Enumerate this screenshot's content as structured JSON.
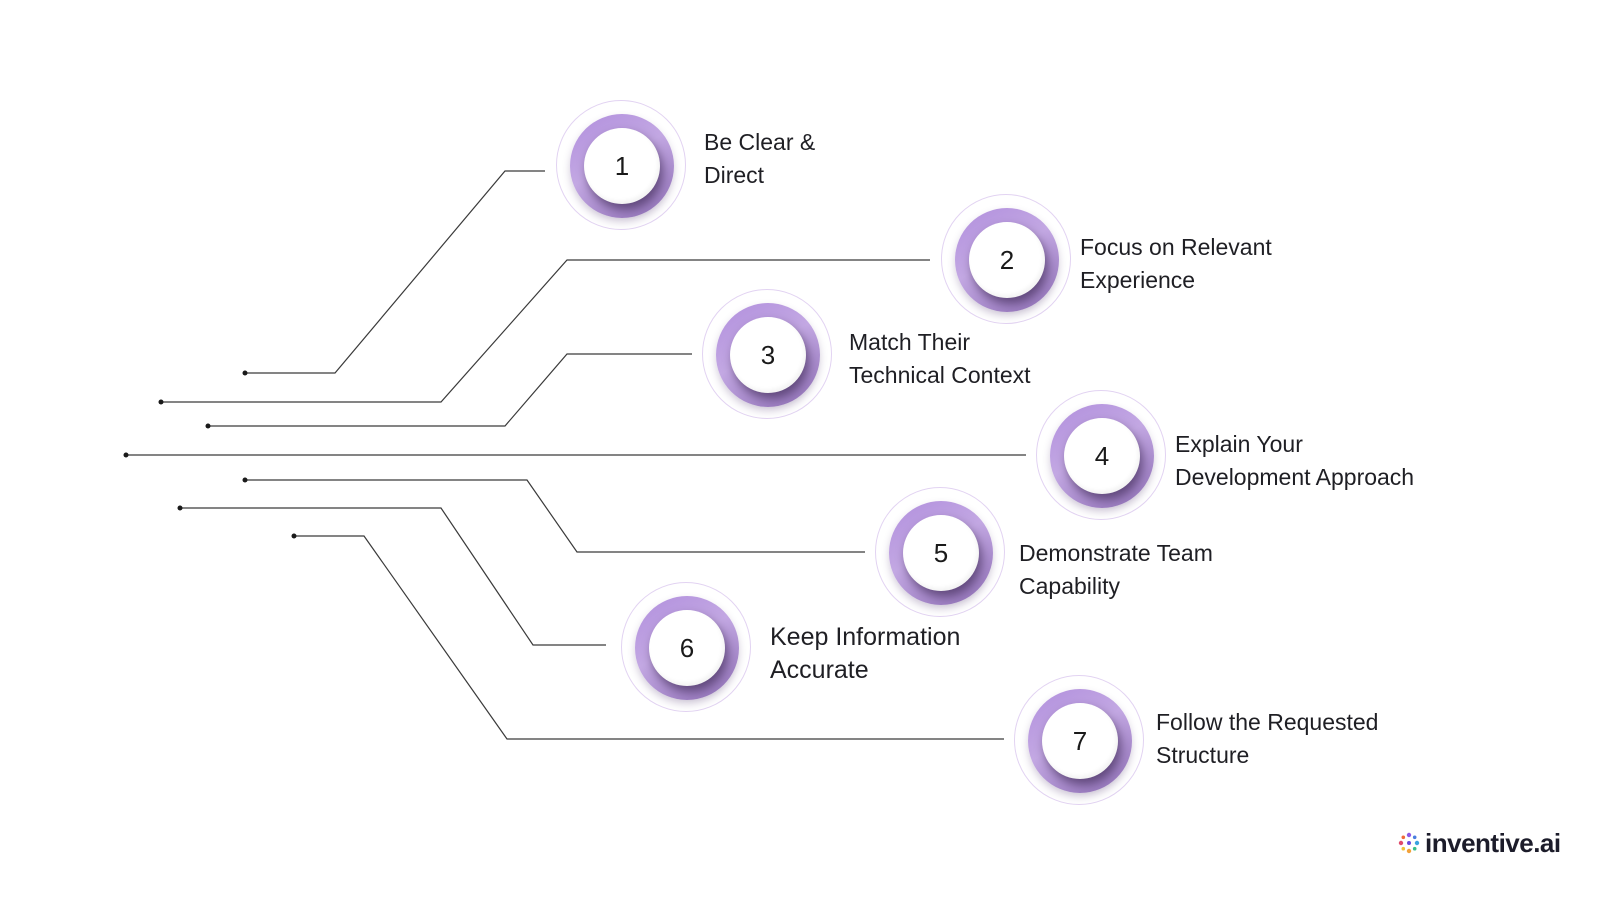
{
  "steps": [
    {
      "number": "1",
      "line1": "Be Clear &",
      "line2": "Direct"
    },
    {
      "number": "2",
      "line1": "Focus on Relevant",
      "line2": "Experience"
    },
    {
      "number": "3",
      "line1": "Match Their",
      "line2": "Technical Context"
    },
    {
      "number": "4",
      "line1": "Explain Your",
      "line2": "Development Approach"
    },
    {
      "number": "5",
      "line1": "Demonstrate Team",
      "line2": "Capability"
    },
    {
      "number": "6",
      "line1": "Keep Information",
      "line2": "Accurate"
    },
    {
      "number": "7",
      "line1": "Follow the Requested",
      "line2": "Structure"
    }
  ],
  "logo": {
    "text": "inventive.ai"
  },
  "colors": {
    "accent": "#b18fdd",
    "ring_border": "#e2d3f2",
    "line": "#3a3a3a"
  }
}
